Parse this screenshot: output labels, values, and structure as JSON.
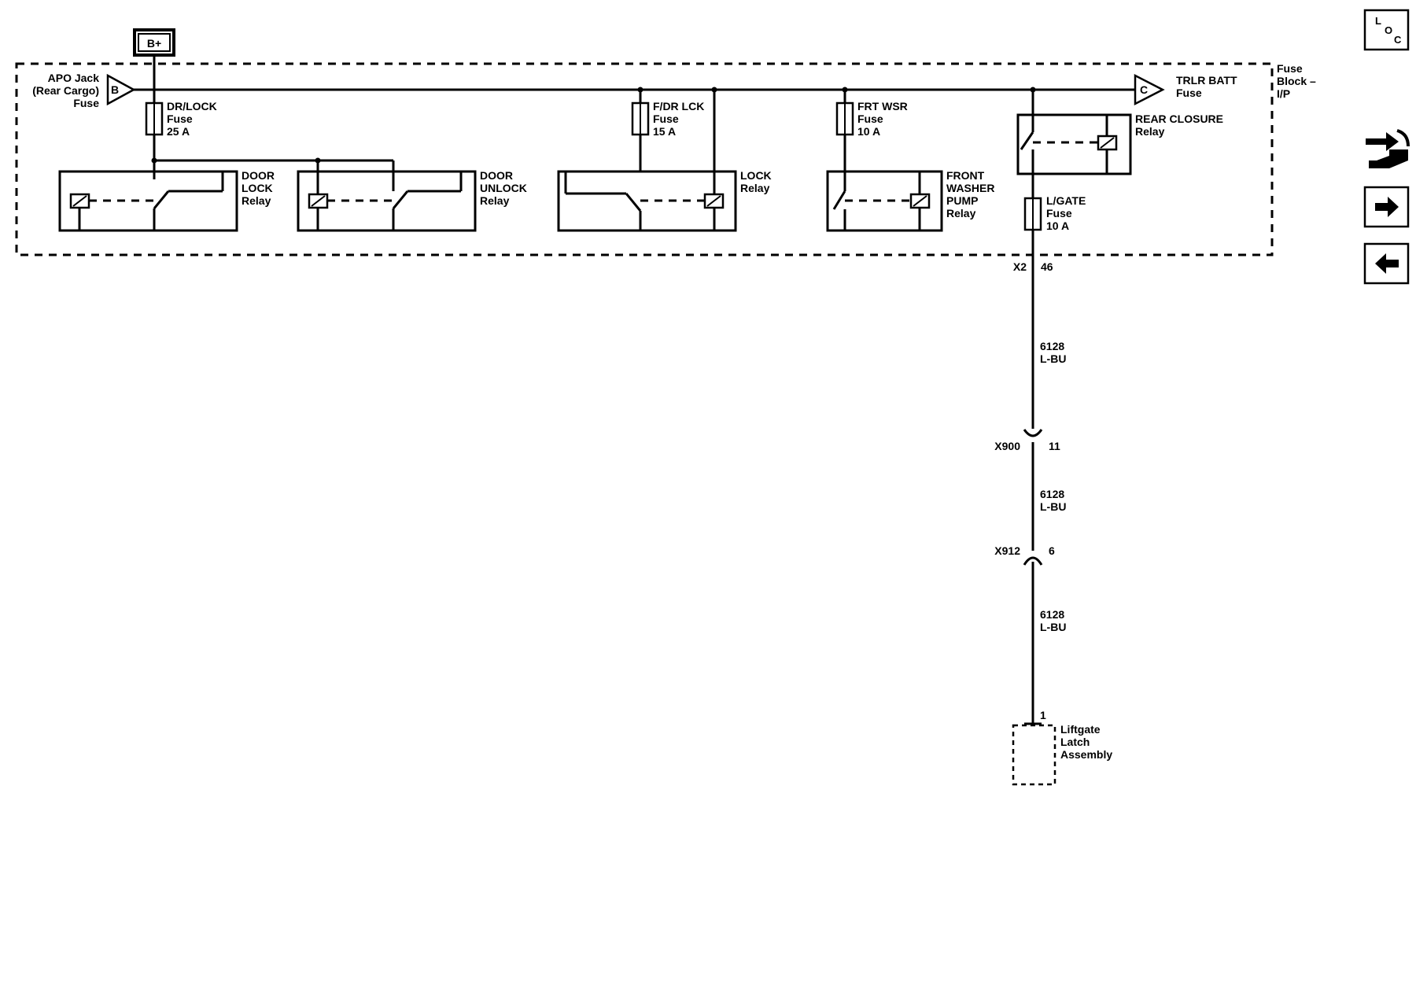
{
  "power_source": "B+",
  "fuse_block": {
    "line1": "Fuse",
    "line2": "Block –",
    "line3": "I/P"
  },
  "apo_jack": {
    "line1": "APO Jack",
    "line2": "(Rear Cargo)",
    "line3": "Fuse",
    "connector": "B"
  },
  "trlr_batt": {
    "line1": "TRLR BATT",
    "line2": "Fuse",
    "connector": "C"
  },
  "fuses": {
    "dr_lock": {
      "name": "DR/LOCK",
      "type": "Fuse",
      "rating": "25 A"
    },
    "f_dr_lck": {
      "name": "F/DR LCK",
      "type": "Fuse",
      "rating": "15 A"
    },
    "frt_wsr": {
      "name": "FRT WSR",
      "type": "Fuse",
      "rating": "10 A"
    },
    "l_gate": {
      "name": "L/GATE",
      "type": "Fuse",
      "rating": "10 A"
    }
  },
  "relays": {
    "door_lock": {
      "line1": "DOOR",
      "line2": "LOCK",
      "line3": "Relay"
    },
    "door_unlock": {
      "line1": "DOOR",
      "line2": "UNLOCK",
      "line3": "Relay"
    },
    "lock": {
      "line1": "LOCK",
      "line2": "Relay"
    },
    "front_washer": {
      "line1": "FRONT",
      "line2": "WASHER",
      "line3": "PUMP",
      "line4": "Relay"
    },
    "rear_closure": {
      "line1": "REAR CLOSURE",
      "line2": "Relay"
    }
  },
  "connectors": {
    "x2": {
      "name": "X2",
      "pin": "46"
    },
    "x900": {
      "name": "X900",
      "pin": "11"
    },
    "x912": {
      "name": "X912",
      "pin": "6"
    }
  },
  "wires": [
    {
      "circuit": "6128",
      "color": "L-BU"
    },
    {
      "circuit": "6128",
      "color": "L-BU"
    },
    {
      "circuit": "6128",
      "color": "L-BU"
    }
  ],
  "component": {
    "pin": "1",
    "line1": "Liftgate",
    "line2": "Latch",
    "line3": "Assembly"
  },
  "nav": {
    "loc_l": "L",
    "loc_o": "O",
    "loc_c": "C"
  }
}
